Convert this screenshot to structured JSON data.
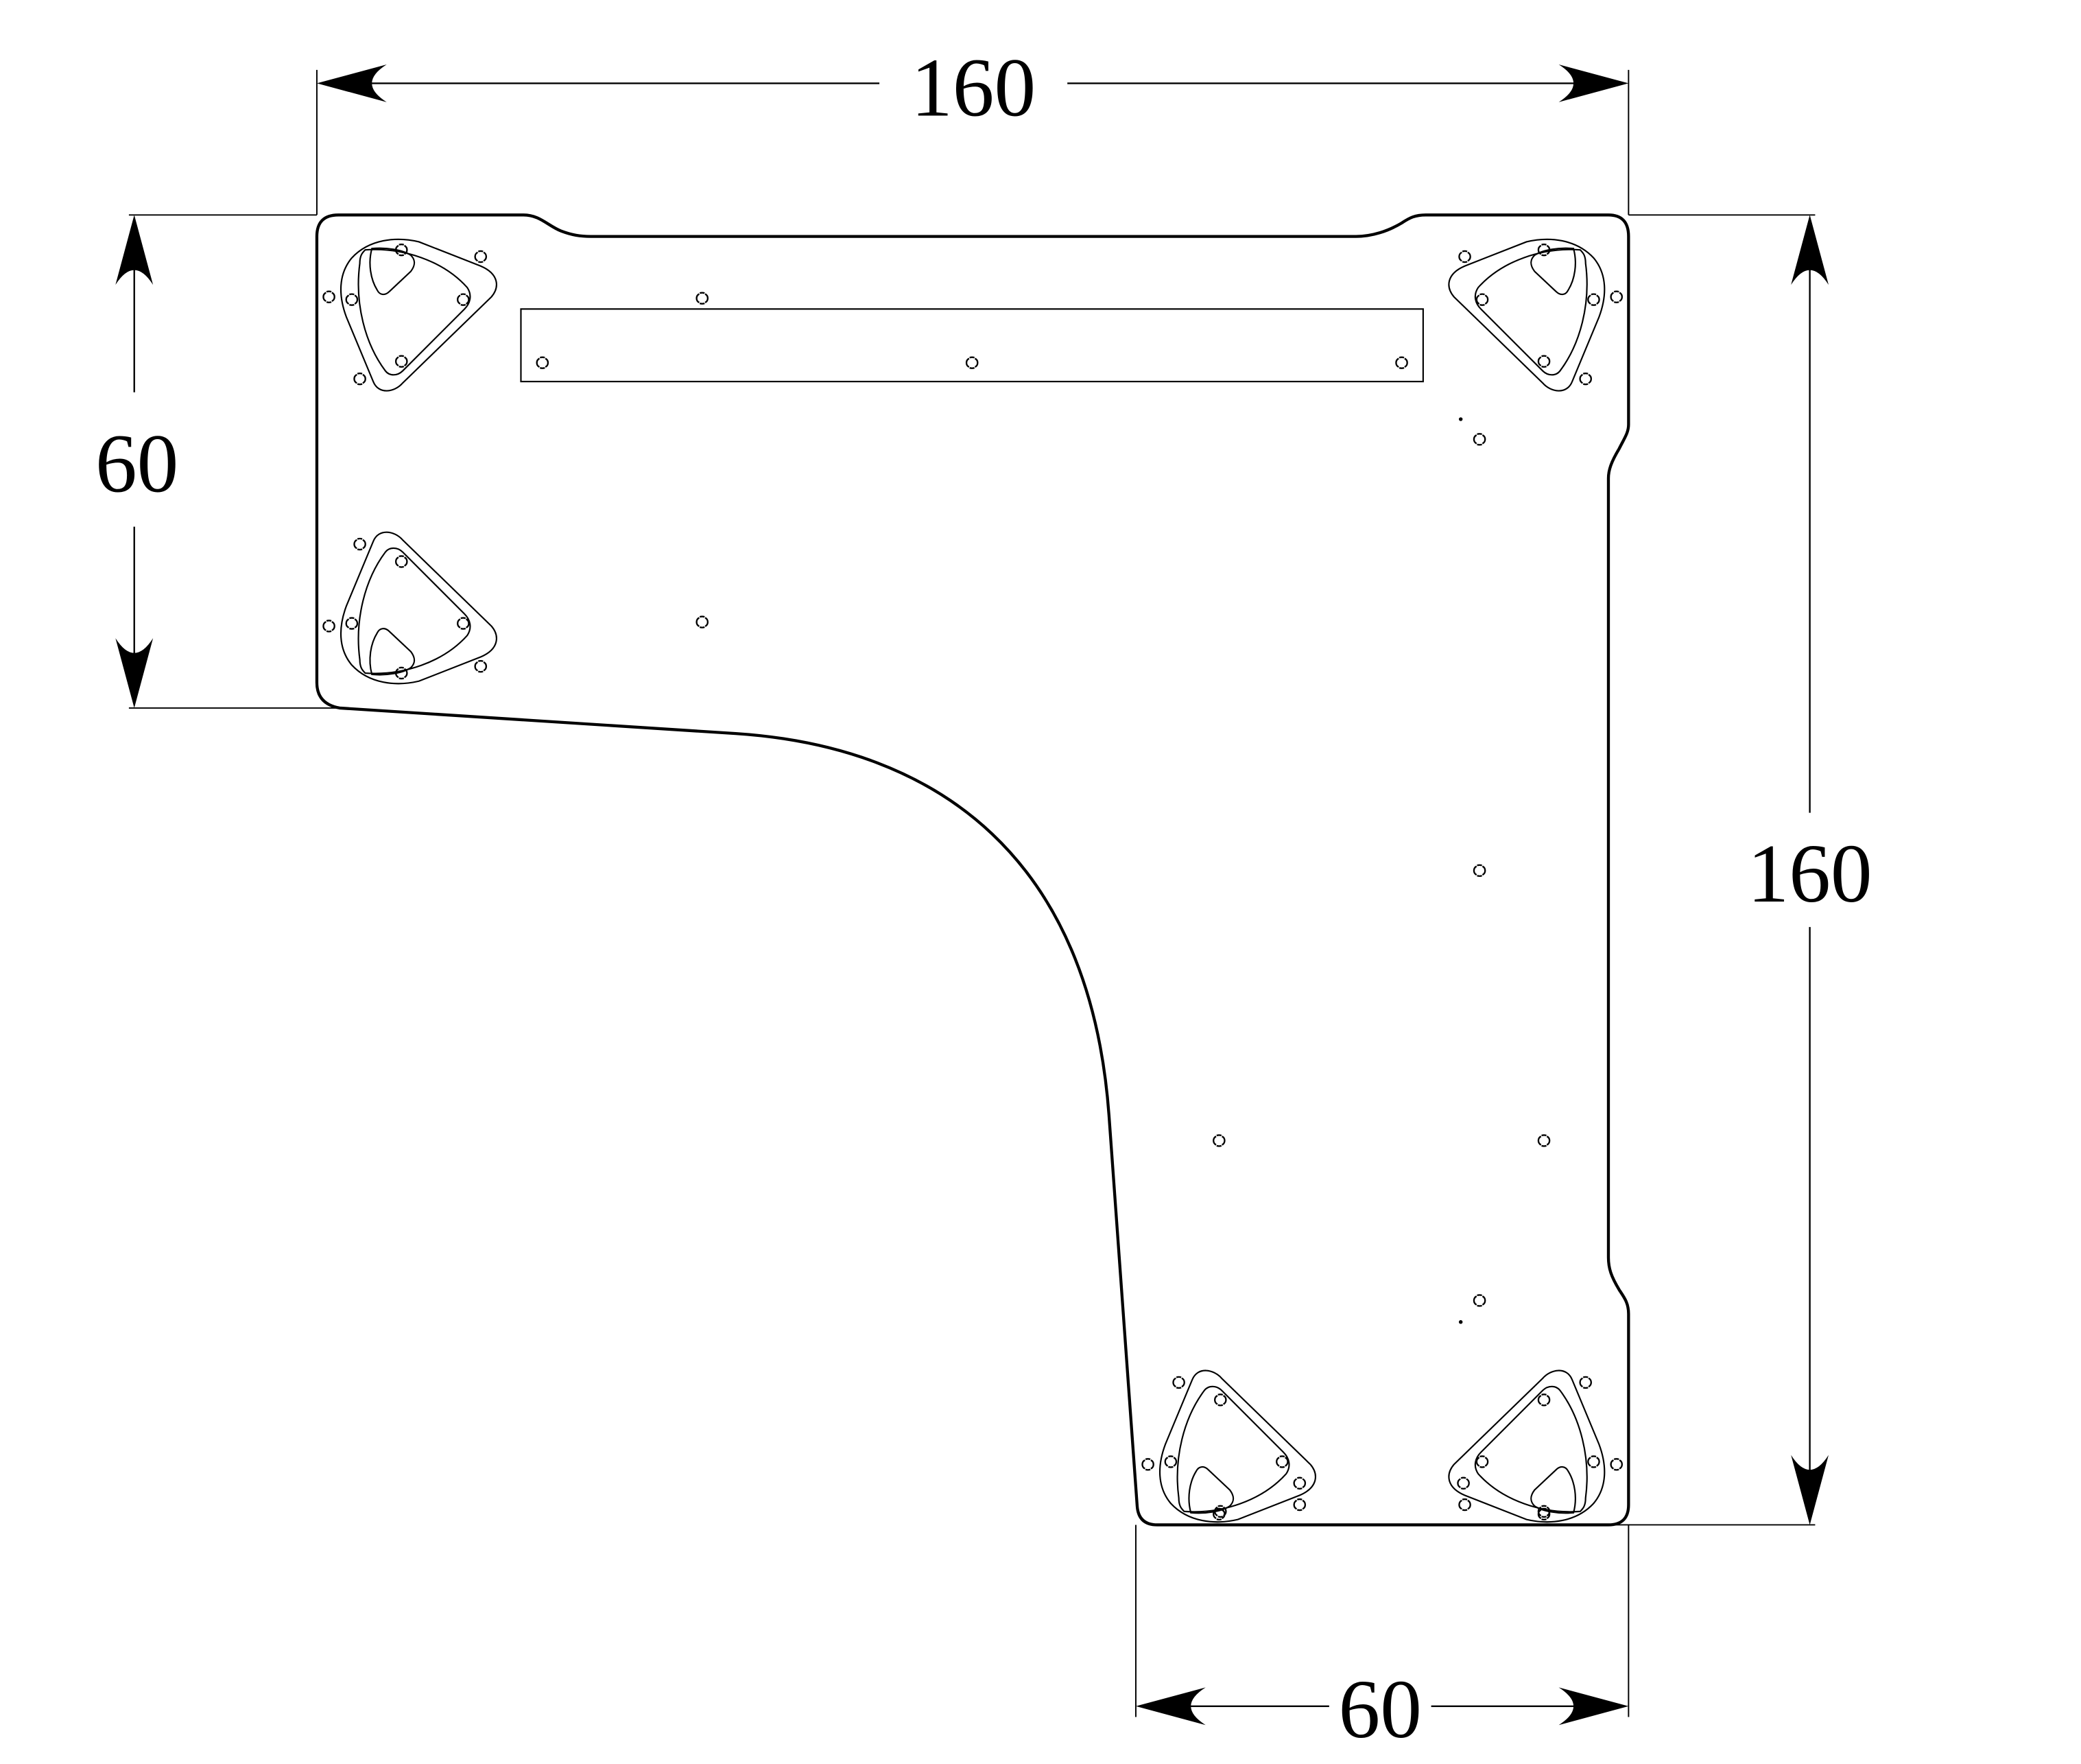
{
  "drawing": {
    "title": "L-shaped desk top plan with corner mounting brackets",
    "background": "#ffffff",
    "line_color": "#000000",
    "dimensions": {
      "top_width": {
        "label": "160",
        "orientation": "horizontal",
        "position": "top"
      },
      "left_depth": {
        "label": "60",
        "orientation": "vertical",
        "position": "left"
      },
      "right_length": {
        "label": "160",
        "orientation": "vertical",
        "position": "right"
      },
      "bottom_depth": {
        "label": "60",
        "orientation": "horizontal",
        "position": "bottom"
      }
    },
    "features": {
      "bracket_plates": 5,
      "cable_tray_slot": 1,
      "screw_holes_standalone": 10,
      "pilot_dots": 2
    }
  }
}
